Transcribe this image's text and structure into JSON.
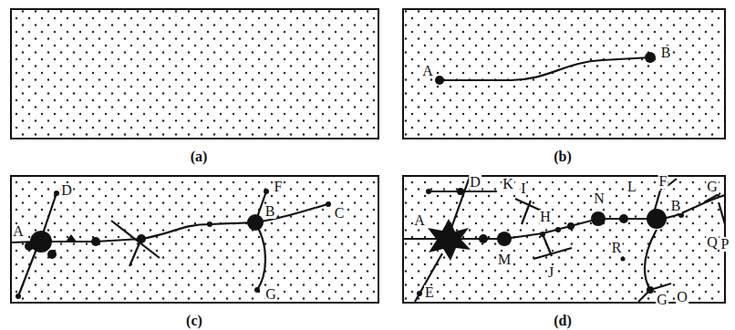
{
  "diagram": {
    "labels": [
      "(a)",
      "(b)",
      "(c)",
      "(d)",
      "A",
      "B",
      "D",
      "F",
      "A",
      "B",
      "C",
      "G",
      "D",
      "K",
      "I",
      "L",
      "F",
      "G",
      "A",
      "H",
      "N",
      "B",
      "M",
      "J",
      "R",
      "Q",
      "P",
      "G",
      "O",
      "E"
    ]
  }
}
